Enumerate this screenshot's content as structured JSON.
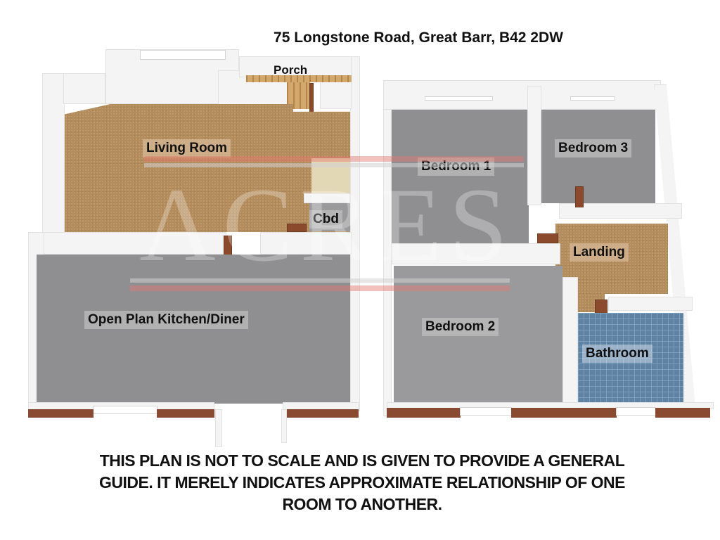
{
  "title": "75 Longstone Road, Great Barr, B42 2DW",
  "watermark": "ACRES",
  "floors": [
    {
      "name": "ground-floor",
      "rooms": [
        {
          "id": "porch",
          "label": "Porch",
          "floor_finish": "wood"
        },
        {
          "id": "living-room",
          "label": "Living Room",
          "floor_finish": "carpet"
        },
        {
          "id": "cupboard",
          "label": "Cbd",
          "floor_finish": "grey"
        },
        {
          "id": "kitchen-diner",
          "label": "Open Plan Kitchen/Diner",
          "floor_finish": "grey"
        }
      ]
    },
    {
      "name": "first-floor",
      "rooms": [
        {
          "id": "bedroom-1",
          "label": "Bedroom 1",
          "floor_finish": "grey"
        },
        {
          "id": "bedroom-3",
          "label": "Bedroom 3",
          "floor_finish": "grey"
        },
        {
          "id": "landing",
          "label": "Landing",
          "floor_finish": "carpet"
        },
        {
          "id": "bedroom-2",
          "label": "Bedroom 2",
          "floor_finish": "grey"
        },
        {
          "id": "bathroom",
          "label": "Bathroom",
          "floor_finish": "tiles"
        }
      ]
    }
  ],
  "disclaimer": {
    "line1": "THIS PLAN IS NOT TO SCALE AND IS GIVEN TO PROVIDE A GENERAL",
    "line2": "GUIDE. IT MERELY INDICATES APPROXIMATE RELATIONSHIP OF ONE",
    "line3": "ROOM TO ANOTHER."
  },
  "colors": {
    "carpet": "#b48d5e",
    "grey_floor": "#8f8f92",
    "tiles": "#5f82a3",
    "wall": "#f4f4f4",
    "brick": "#8a4a32",
    "door": "#8b4a2c"
  }
}
